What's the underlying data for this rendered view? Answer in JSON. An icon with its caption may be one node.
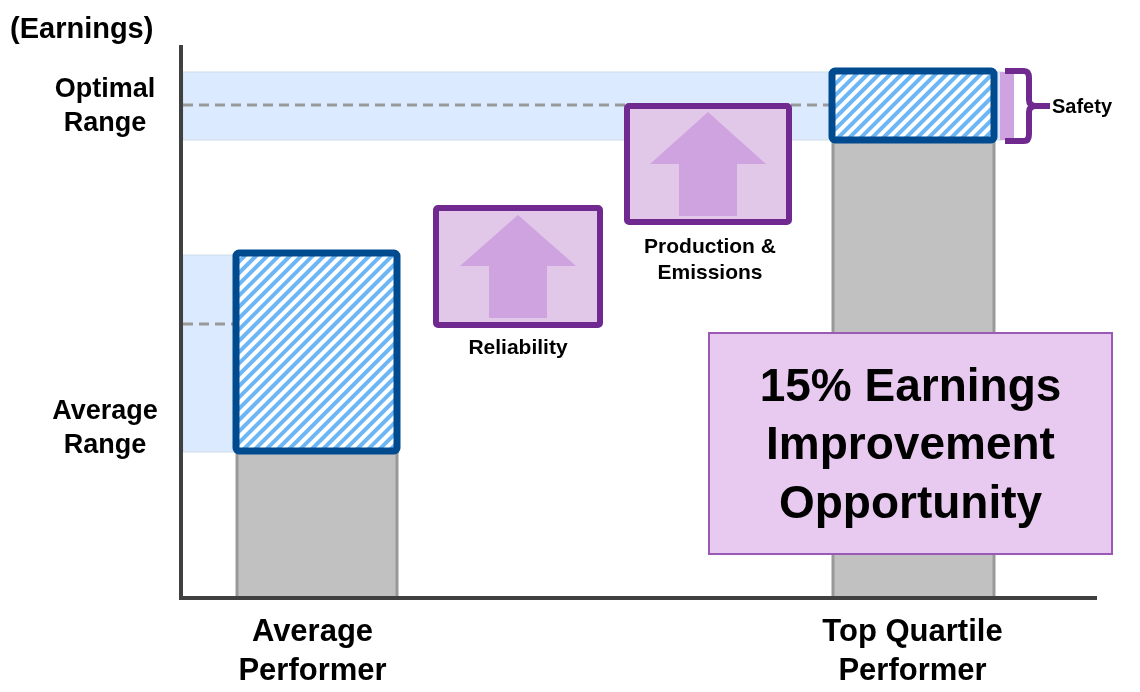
{
  "diagram": {
    "nodes": [
      {
        "text": [
          "15% Earnings Improvement Opportunity"
        ]
      }
    ],
    "labels": [
      "(Earnings)",
      "Optimal Range",
      "Safety",
      "Production & Emissions",
      "Reliability",
      "Average Range",
      "Average Performer",
      "Top Quartile Performer"
    ]
  }
}
